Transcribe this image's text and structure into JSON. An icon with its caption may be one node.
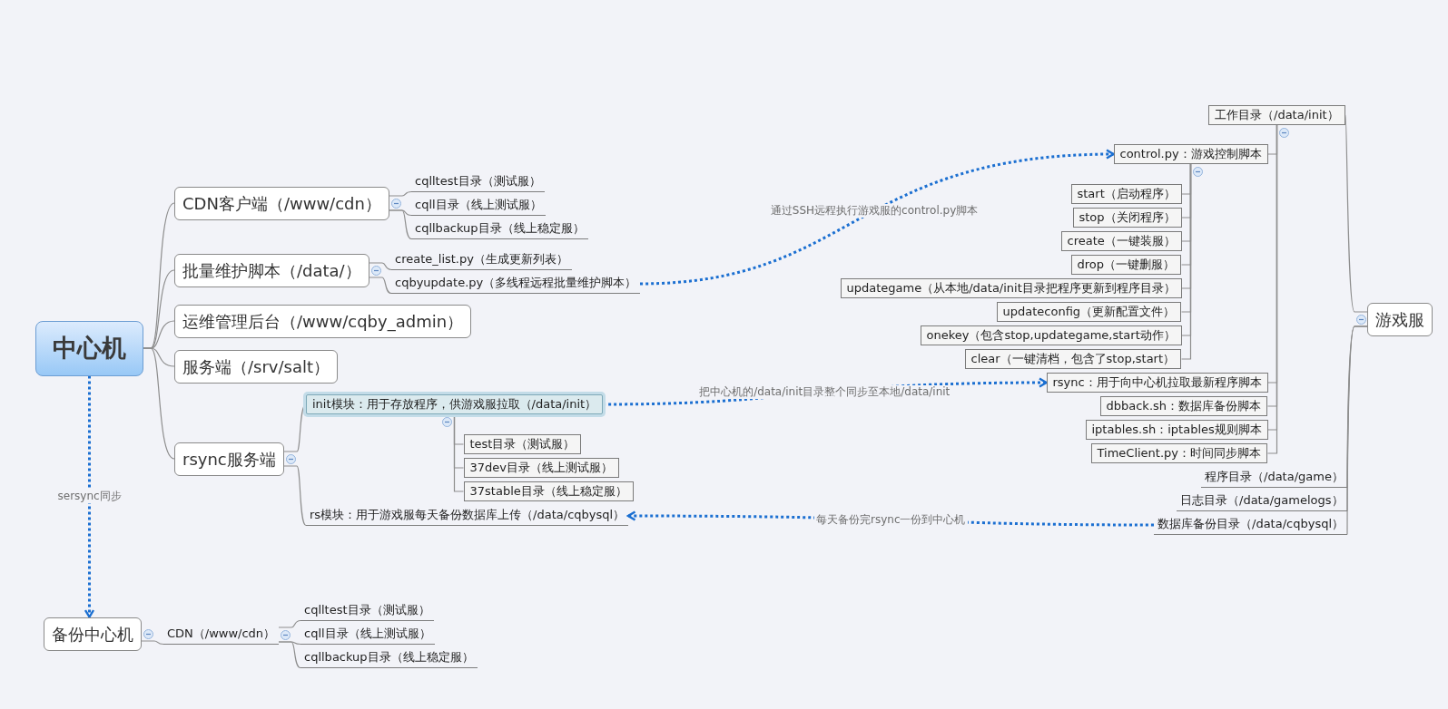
{
  "diagram": {
    "nodes": [
      {
        "text": [
          "中心机"
        ]
      },
      {
        "text": [
          "CDN客户端（/www/cdn）"
        ]
      },
      {
        "text": [
          "cqlltest目录（测试服）"
        ]
      },
      {
        "text": [
          "cqll目录（线上测试服）"
        ]
      },
      {
        "text": [
          "cqllbackup目录（线上稳定服）"
        ]
      },
      {
        "text": [
          "批量维护脚本（/data/）"
        ]
      },
      {
        "text": [
          "create_list.py（生成更新列表）"
        ]
      },
      {
        "text": [
          "cqbyupdate.py（多线程远程批量维护脚本）"
        ]
      },
      {
        "text": [
          "运维管理后台（/www/cqby_admin）"
        ]
      },
      {
        "text": [
          "服务端（/srv/salt）"
        ]
      },
      {
        "text": [
          "rsync服务端"
        ]
      },
      {
        "text": [
          "init模块：用于存放程序，供游戏服拉取（/data/init）"
        ]
      },
      {
        "text": [
          "test目录（测试服）"
        ]
      },
      {
        "text": [
          "37dev目录（线上测试服）"
        ]
      },
      {
        "text": [
          "37stable目录（线上稳定服）"
        ]
      },
      {
        "text": [
          "rs模块：用于游戏服每天备份数据库上传（/data/cqbysql）"
        ]
      },
      {
        "text": [
          "备份中心机"
        ]
      },
      {
        "text": [
          "CDN（/www/cdn）"
        ]
      },
      {
        "text": [
          "cqlltest目录（测试服）"
        ]
      },
      {
        "text": [
          "cqll目录（线上测试服）"
        ]
      },
      {
        "text": [
          "cqllbackup目录（线上稳定服）"
        ]
      },
      {
        "text": [
          "游戏服"
        ]
      },
      {
        "text": [
          "工作目录（/data/init）"
        ]
      },
      {
        "text": [
          "control.py：游戏控制脚本"
        ]
      },
      {
        "text": [
          "start（启动程序）"
        ]
      },
      {
        "text": [
          "stop（关闭程序）"
        ]
      },
      {
        "text": [
          "create（一键装服）"
        ]
      },
      {
        "text": [
          "drop（一键删服）"
        ]
      },
      {
        "text": [
          "updategame（从本地/data/init目录把程序更新到程序目录）"
        ]
      },
      {
        "text": [
          "updateconfig（更新配置文件）"
        ]
      },
      {
        "text": [
          "onekey（包含stop,updategame,start动作）"
        ]
      },
      {
        "text": [
          "clear（一键清档，包含了stop,start）"
        ]
      },
      {
        "text": [
          "rsync：用于向中心机拉取最新程序脚本"
        ]
      },
      {
        "text": [
          "dbback.sh：数据库备份脚本"
        ]
      },
      {
        "text": [
          "iptables.sh：iptables规则脚本"
        ]
      },
      {
        "text": [
          "TimeClient.py：时间同步脚本"
        ]
      },
      {
        "text": [
          "程序目录（/data/game）"
        ]
      },
      {
        "text": [
          "日志目录（/data/gamelogs）"
        ]
      },
      {
        "text": [
          "数据库备份目录（/data/cqbysql）"
        ]
      }
    ],
    "edges": [
      {
        "from": 0,
        "to": 1,
        "arrow": "none"
      },
      {
        "from": 1,
        "to": 2,
        "arrow": "none"
      },
      {
        "from": 1,
        "to": 3,
        "arrow": "none"
      },
      {
        "from": 1,
        "to": 4,
        "arrow": "none"
      },
      {
        "from": 0,
        "to": 5,
        "arrow": "none"
      },
      {
        "from": 5,
        "to": 6,
        "arrow": "none"
      },
      {
        "from": 5,
        "to": 7,
        "arrow": "none"
      },
      {
        "from": 0,
        "to": 8,
        "arrow": "none"
      },
      {
        "from": 0,
        "to": 9,
        "arrow": "none"
      },
      {
        "from": 0,
        "to": 10,
        "arrow": "none"
      },
      {
        "from": 10,
        "to": 11,
        "arrow": "none"
      },
      {
        "from": 11,
        "to": 12,
        "arrow": "none"
      },
      {
        "from": 11,
        "to": 13,
        "arrow": "none"
      },
      {
        "from": 11,
        "to": 14,
        "arrow": "none"
      },
      {
        "from": 10,
        "to": 15,
        "arrow": "none"
      },
      {
        "from": 16,
        "to": 17,
        "arrow": "none"
      },
      {
        "from": 17,
        "to": 18,
        "arrow": "none"
      },
      {
        "from": 17,
        "to": 19,
        "arrow": "none"
      },
      {
        "from": 17,
        "to": 20,
        "arrow": "none"
      },
      {
        "from": 21,
        "to": 22,
        "arrow": "none"
      },
      {
        "from": 22,
        "to": 23,
        "arrow": "none"
      },
      {
        "from": 23,
        "to": 24,
        "arrow": "none"
      },
      {
        "from": 23,
        "to": 25,
        "arrow": "none"
      },
      {
        "from": 23,
        "to": 26,
        "arrow": "none"
      },
      {
        "from": 23,
        "to": 27,
        "arrow": "none"
      },
      {
        "from": 23,
        "to": 28,
        "arrow": "none"
      },
      {
        "from": 23,
        "to": 29,
        "arrow": "none"
      },
      {
        "from": 23,
        "to": 30,
        "arrow": "none"
      },
      {
        "from": 23,
        "to": 31,
        "arrow": "none"
      },
      {
        "from": 22,
        "to": 32,
        "arrow": "none"
      },
      {
        "from": 22,
        "to": 33,
        "arrow": "none"
      },
      {
        "from": 22,
        "to": 34,
        "arrow": "none"
      },
      {
        "from": 22,
        "to": 35,
        "arrow": "none"
      },
      {
        "from": 21,
        "to": 36,
        "arrow": "none"
      },
      {
        "from": 21,
        "to": 37,
        "arrow": "none"
      },
      {
        "from": 21,
        "to": 38,
        "arrow": "none"
      },
      {
        "from": 0,
        "to": 16,
        "arrow": "to",
        "style": "dashed",
        "color": "#1b6fd1",
        "label": "sersync同步"
      },
      {
        "from": 7,
        "to": 23,
        "arrow": "to",
        "style": "dashed",
        "color": "#1b6fd1",
        "label": "通过SSH远程执行游戏服的control.py脚本"
      },
      {
        "from": 11,
        "to": 32,
        "arrow": "to",
        "style": "dashed",
        "color": "#1b6fd1",
        "label": "把中心机的/data/init目录整个同步至本地/data/init"
      },
      {
        "from": 38,
        "to": 15,
        "arrow": "to",
        "style": "dashed",
        "color": "#1b6fd1",
        "label": "每天备份完rsync一份到中心机"
      }
    ]
  }
}
